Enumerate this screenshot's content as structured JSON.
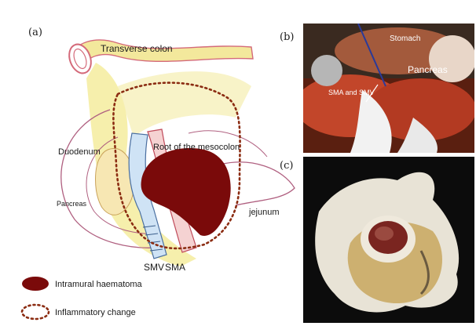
{
  "panels": {
    "a": "(a)",
    "b": "(b)",
    "c": "(c)"
  },
  "labels": {
    "transverse_colon": "Transverse colon",
    "duodenum": "Duodenum",
    "pancreas": "Pancreas",
    "root_mesocolon": "Root of the mesocolon",
    "jejunum": "jejunum",
    "smv": "SMV",
    "sma": "SMA"
  },
  "legend": {
    "haematoma": "Intramural haematoma",
    "inflammation": "Inflammatory change"
  },
  "photo_b": {
    "stomach": "Stomach",
    "pancreas": "Pancreas",
    "sma_smv": "SMA and SMV"
  },
  "colors": {
    "haematoma": "#7a0a0a",
    "inflammation_dots": "#8b2c12",
    "mesentery_yellow": "#f3ea9a",
    "pancreas_yellow": "#f6e6b0"
  }
}
